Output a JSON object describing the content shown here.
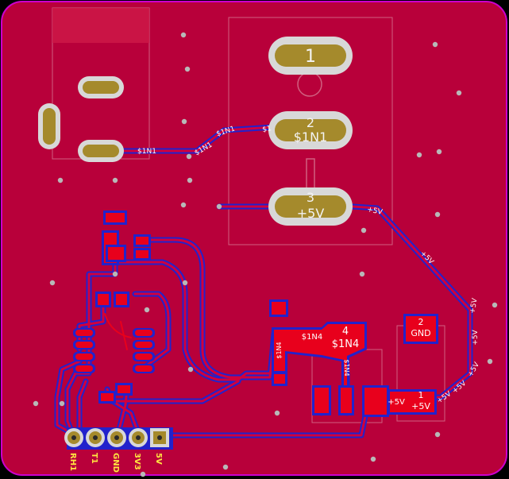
{
  "colors": {
    "background": "#000000",
    "board": "#b8003a",
    "board_edge": "#cc00cc",
    "top_trace": "#e8001c",
    "bottom_trace": "#2222cc",
    "bottom_trace_inner": "#d2003c",
    "pad_gold": "#a58a2c",
    "pad_ring": "#d8d8d8",
    "via": "#b8b8b8",
    "silk": "#ffe640",
    "net_text": "#ffffff"
  },
  "relay": {
    "pins": [
      {
        "number": "1",
        "net": ""
      },
      {
        "number": "2",
        "net": "$1N1"
      },
      {
        "number": "3",
        "net": "+5V"
      }
    ]
  },
  "regulator": {
    "pin4": {
      "number": "4",
      "net": "$1N4"
    },
    "pin2": {
      "number": "2",
      "net": "GND"
    },
    "pin1": {
      "number": "1",
      "net": "+5V"
    }
  },
  "trace_labels": {
    "n1_a": "$1N1",
    "n1_b": "$1N1",
    "n1_c": "$1N1",
    "n1_d": "$1",
    "p5_a": "+5V",
    "p5_b": "+5V",
    "p5_c": "+5V",
    "p5_d": "+5V",
    "p5_e": "+5V",
    "p5_f": "+5V",
    "p5_g": "+5V",
    "p5_h": "+5V",
    "n4_top": "$1N4",
    "n4_left": "$1N4",
    "n4_right": "$1N4"
  },
  "connector": {
    "pins": [
      "RH1",
      "T1",
      "GND",
      "3V3",
      "5V"
    ]
  }
}
